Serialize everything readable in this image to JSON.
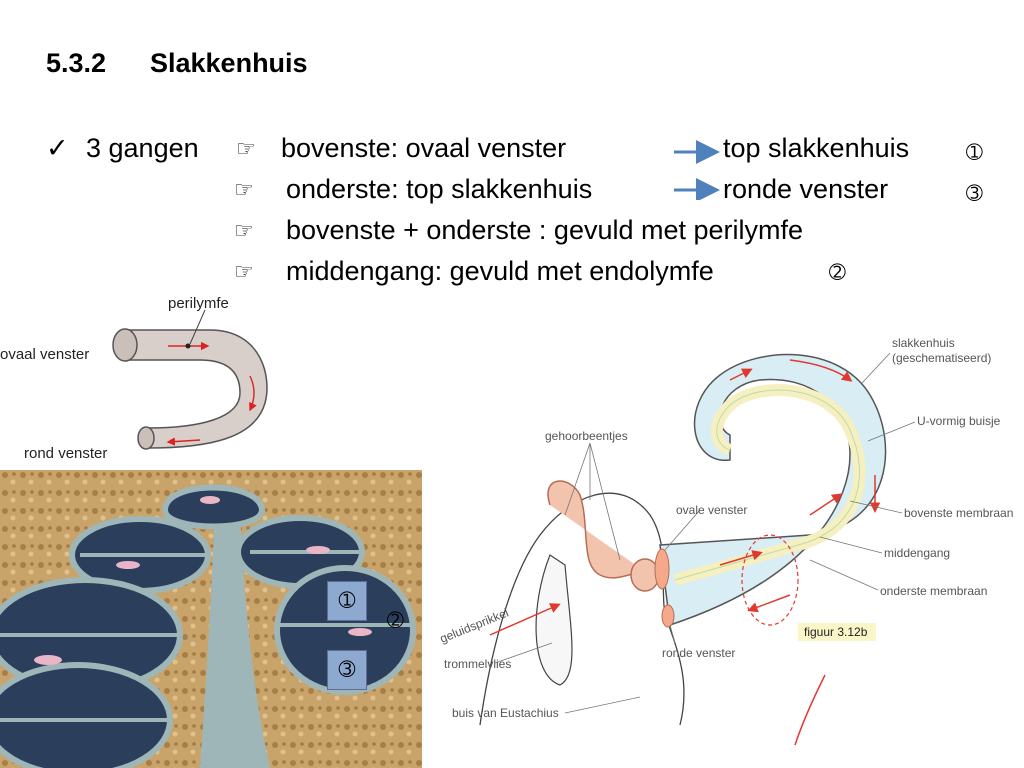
{
  "slide": {
    "section_number": "5.3.2",
    "section_title": "Slakkenhuis",
    "bullet": {
      "check": "✓",
      "lead": "3 gangen",
      "hand": "☞",
      "rows": [
        {
          "left": "bovenste:   ovaal venster",
          "right": "top slakkenhuis",
          "marker": "➀"
        },
        {
          "left": "onderste:   top slakkenhuis",
          "right": "ronde venster",
          "marker": "➂"
        },
        {
          "left": "bovenste + onderste :  gevuld met perilymfe"
        },
        {
          "left": "middengang: gevuld met endolymfe",
          "marker": "➁"
        }
      ]
    }
  },
  "tube_diagram": {
    "label_perilymfe": "perilymfe",
    "label_ovaal": "ovaal venster",
    "label_rond": "rond venster"
  },
  "cross_section": {
    "box1": "➀",
    "box2": "➁",
    "box3": "➂"
  },
  "ear_diagram": {
    "labels": {
      "slakkenhuis": "slakkenhuis",
      "geschematiseerd": "(geschematiseerd)",
      "u_vormig": "U-vormig buisje",
      "bovenste_membraan": "bovenste membraan",
      "middengang": "middengang",
      "onderste_membraan": "onderste membraan",
      "gehoorbeentjes": "gehoorbeentjes",
      "ovale_venster": "ovale venster",
      "geluidsprikkel": "geluidsprikkel",
      "trommelvlies": "trommelvlies",
      "ronde_venster": "ronde venster",
      "buis_eustachius": "buis van Eustachius",
      "figuur": "figuur 3.12b"
    }
  },
  "colors": {
    "arrow_blue": "#4f81bd",
    "tube_fill": "#d8cfcb",
    "bone_bg": "#c9a46a",
    "duct_dark": "#1f3048",
    "tissue": "#9fb6b8",
    "cochlea_fill": "#d9edf5",
    "membrane_yellow": "#f6efc0",
    "red_arrow": "#e03a2f"
  }
}
